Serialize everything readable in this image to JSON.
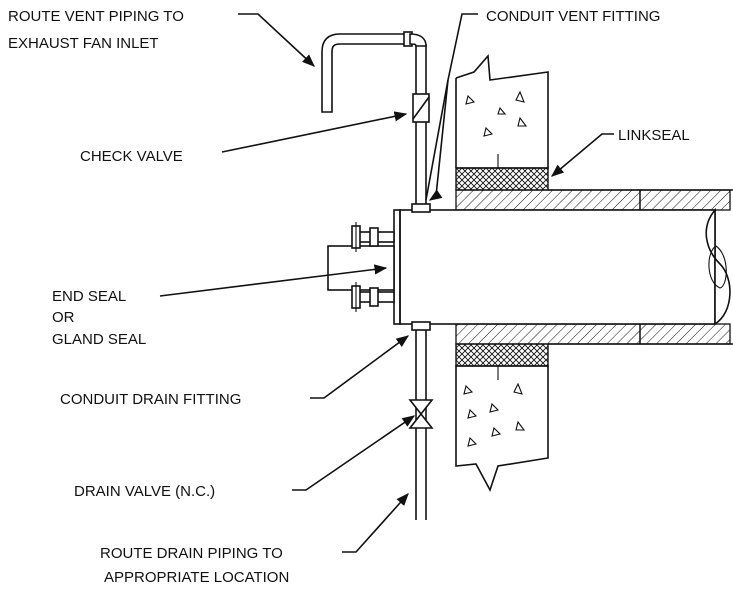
{
  "labels": {
    "route_vent_line1": "ROUTE VENT PIPING TO",
    "route_vent_line2": "EXHAUST FAN INLET",
    "conduit_vent_fitting": "CONDUIT VENT FITTING",
    "check_valve": "CHECK VALVE",
    "linkseal": "LINKSEAL",
    "end_seal_line1": "END SEAL",
    "end_seal_line2": "OR",
    "end_seal_line3": "GLAND SEAL",
    "conduit_drain_fitting": "CONDUIT DRAIN FITTING",
    "drain_valve": "DRAIN VALVE (N.C.)",
    "route_drain_line1": "ROUTE DRAIN PIPING TO",
    "route_drain_line2": "APPROPRIATE LOCATION"
  }
}
